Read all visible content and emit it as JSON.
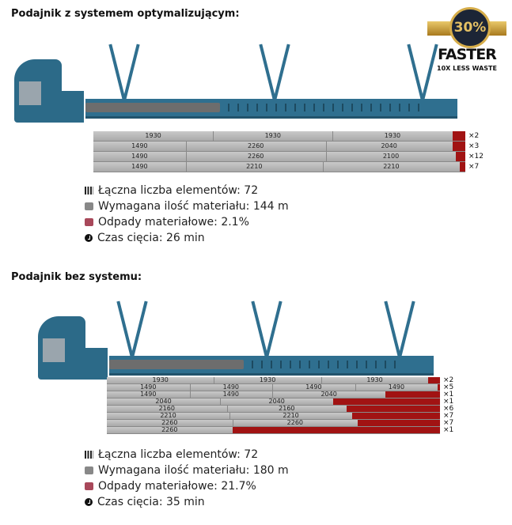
{
  "badge": {
    "percent": "30%",
    "line1": "FASTER",
    "line2": "10X LESS WASTE"
  },
  "stock_length_mm": 6000,
  "sections": [
    {
      "title": "Podajnik z systemem optymalizującym:",
      "rows": [
        {
          "pieces": [
            1930,
            1930,
            1930
          ],
          "mult": "×2"
        },
        {
          "pieces": [
            1490,
            2260,
            2040
          ],
          "mult": "×3"
        },
        {
          "pieces": [
            1490,
            2260,
            2100
          ],
          "mult": "×12"
        },
        {
          "pieces": [
            1490,
            2210,
            2210
          ],
          "mult": "×7"
        }
      ],
      "legend": {
        "elements": "Łączna liczba elementów: 72",
        "material": "Wymagana ilość materiału: 144 m",
        "waste": "Odpady materiałowe: 2.1%",
        "time": "Czas cięcia: 26 min"
      }
    },
    {
      "title": "Podajnik bez systemu:",
      "rows": [
        {
          "pieces": [
            1930,
            1930,
            1930
          ],
          "mult": "×2"
        },
        {
          "pieces": [
            1490,
            1490,
            1490,
            1490
          ],
          "mult": "×5"
        },
        {
          "pieces": [
            1490,
            1490,
            2040
          ],
          "mult": "×1"
        },
        {
          "pieces": [
            2040,
            2040
          ],
          "mult": "×1"
        },
        {
          "pieces": [
            2160,
            2160
          ],
          "mult": "×6"
        },
        {
          "pieces": [
            2210,
            2210
          ],
          "mult": "×7"
        },
        {
          "pieces": [
            2260,
            2260
          ],
          "mult": "×7"
        },
        {
          "pieces": [
            2260
          ],
          "mult": "×1"
        }
      ],
      "legend": {
        "elements": "Łączna liczba elementów: 72",
        "material": "Wymagana ilość materiału: 180 m",
        "waste": "Odpady materiałowe: 21.7%",
        "time": "Czas cięcia: 35 min"
      }
    }
  ]
}
